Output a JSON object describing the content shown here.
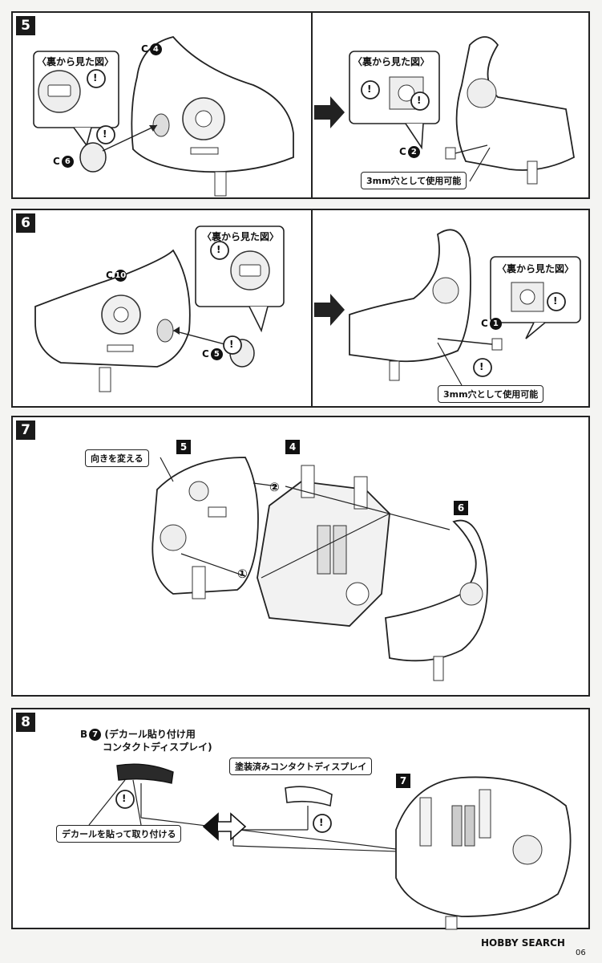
{
  "steps": {
    "s5": {
      "number": "5",
      "back_view_label": "〈裏から見た図〉",
      "part_c4": "C",
      "part_c4_num": "4",
      "part_c6": "C",
      "part_c6_num": "6",
      "part_c2": "C",
      "part_c2_num": "2",
      "back_view_label_right": "〈裏から見た図〉",
      "hole_note": "3mm穴として使用可能"
    },
    "s6": {
      "number": "6",
      "back_view_label": "〈裏から見た図〉",
      "part_c10": "C",
      "part_c10_num": "10",
      "part_c5": "C",
      "part_c5_num": "5",
      "part_c1": "C",
      "part_c1_num": "1",
      "back_view_label_right": "〈裏から見た図〉",
      "hole_note": "3mm穴として使用可能"
    },
    "s7": {
      "number": "7",
      "turn_note": "向きを変える",
      "ref_5": "5",
      "ref_4": "4",
      "ref_6": "6",
      "order_1": "①",
      "order_2": "②"
    },
    "s8": {
      "number": "8",
      "part_b": "B",
      "part_b_num": "7",
      "decal_display": "(デカール貼り付け用",
      "decal_display2": "コンタクトディスプレイ)",
      "painted_display": "塗装済みコンタクトディスプレイ",
      "decal_note": "デカールを貼って取り付ける",
      "ref_7": "7"
    }
  },
  "warning_glyph": "!",
  "footer": {
    "watermark": "HOBBY SEARCH",
    "page_number": "06"
  }
}
